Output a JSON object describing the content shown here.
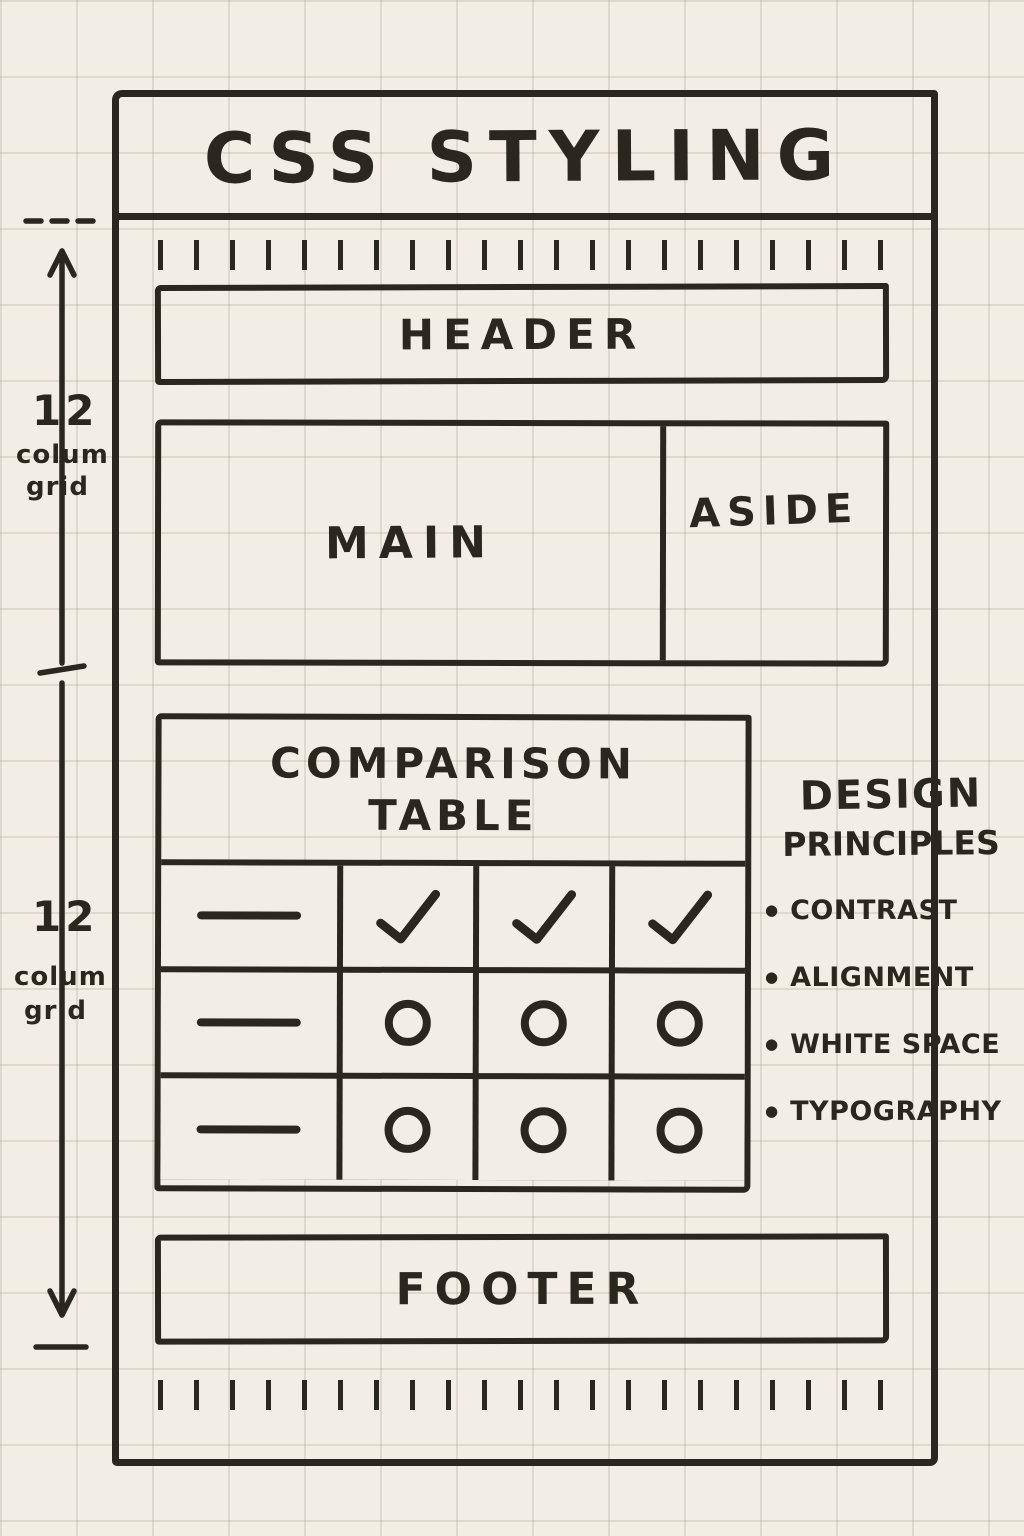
{
  "title": "CSS STYLING",
  "colors": {
    "ink": "#2a271f",
    "paper": "#f3eee5",
    "gridline": "#8c8270"
  },
  "icons": {
    "check": "✓",
    "circle": "○",
    "dash": "—",
    "bullet": "●"
  },
  "layout_sections": {
    "header_label": "HEADER",
    "main_label": "MAIN",
    "aside_label": "ASIDE",
    "footer_label": "FOOTER"
  },
  "comparison_table": {
    "title_line1": "COMPARISON",
    "title_line2": "TABLE",
    "columns": 4,
    "rows": [
      [
        "dash",
        "check",
        "check",
        "check"
      ],
      [
        "dash",
        "circle",
        "circle",
        "circle"
      ],
      [
        "dash",
        "circle",
        "circle",
        "circle"
      ]
    ]
  },
  "design_principles": {
    "heading_line1": "DESIGN",
    "heading_line2": "PRINCIPLES",
    "items": [
      "CONTRAST",
      "ALIGNMENT",
      "WHITE SPACE",
      "TYPOGRAPHY"
    ]
  },
  "grid_annotations": {
    "top": {
      "value": "12",
      "label_line1": "colum",
      "label_line2": "grid"
    },
    "bottom": {
      "value": "12",
      "label_line1": "colum",
      "label_line2": "grid"
    }
  }
}
